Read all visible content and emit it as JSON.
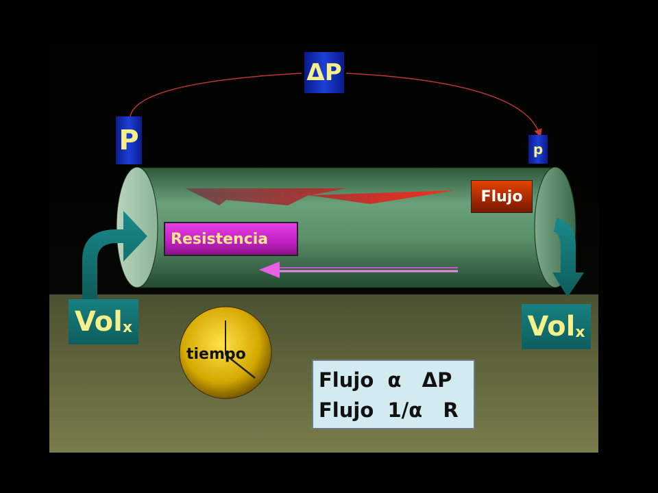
{
  "labels": {
    "delta_p": "ΔP",
    "p_high": "P",
    "p_low": "p",
    "vol_left_main": "Vol",
    "vol_left_sub": "x",
    "vol_right_main": "Vol",
    "vol_right_sub": "x",
    "flujo": "Flujo",
    "resistencia": "Resistencia",
    "tiempo": "tiempo"
  },
  "formula": {
    "line1": "Flujo  α   ΔP",
    "line2": "Flujo  1/α   R"
  },
  "colors": {
    "background": "#000000",
    "panel_top": "#2a3a22",
    "panel_bottom": "#76784a",
    "tube": "#4f8a62",
    "pressure_box": "#1535c8",
    "volume_box": "#137070",
    "flujo_box": "#c43800",
    "resistencia_box": "#d22bd2",
    "clock": "#e0c000",
    "formula_box": "#d3eaf0",
    "pressure_arrow": "#c0392b",
    "resistance_arrow": "#e860e8"
  }
}
